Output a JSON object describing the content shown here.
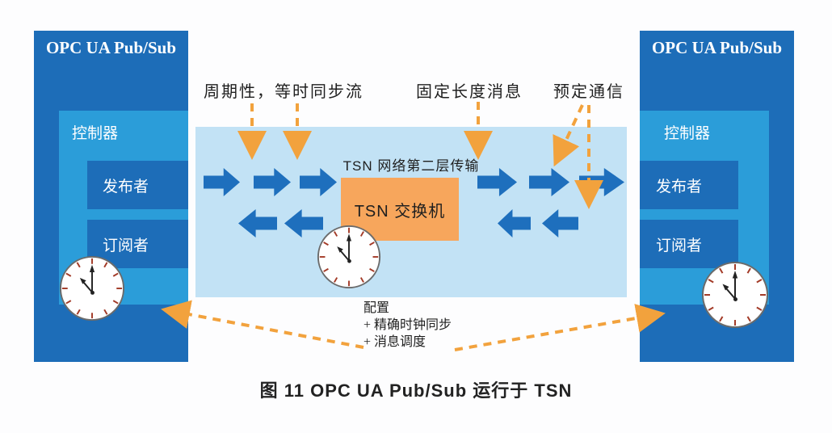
{
  "figure": {
    "caption": "图 11  OPC UA Pub/Sub 运行于 TSN"
  },
  "nodes": {
    "left": {
      "title": "OPC UA Pub/Sub",
      "controller": "控制器",
      "publisher": "发布者",
      "subscriber": "订阅者"
    },
    "right": {
      "title": "OPC UA Pub/Sub",
      "controller": "控制器",
      "publisher": "发布者",
      "subscriber": "订阅者"
    }
  },
  "network": {
    "transport_label": "TSN 网络第二层传输",
    "switch_label": "TSN 交换机"
  },
  "annotations": {
    "periodic_streams": "周期性，等时同步流",
    "fixed_length_messages": "固定长度消息",
    "scheduled_communication": "预定通信",
    "config_title": "配置",
    "config_items": [
      "+ 精确时钟同步",
      "+ 消息调度"
    ]
  },
  "icons": {
    "clock": "analog-clock"
  },
  "colors": {
    "node_blue": "#1d6db8",
    "controller_blue": "#2b9dd9",
    "band_blue": "#c2e2f5",
    "arrow_blue": "#1e6fbd",
    "switch_orange": "#f7a65c",
    "dashed_orange": "#f2a23d",
    "clock_tick_red": "#a33b28",
    "text_dark": "#1f1f1f",
    "text_white": "#ffffff",
    "background": "#fdfdfe"
  }
}
